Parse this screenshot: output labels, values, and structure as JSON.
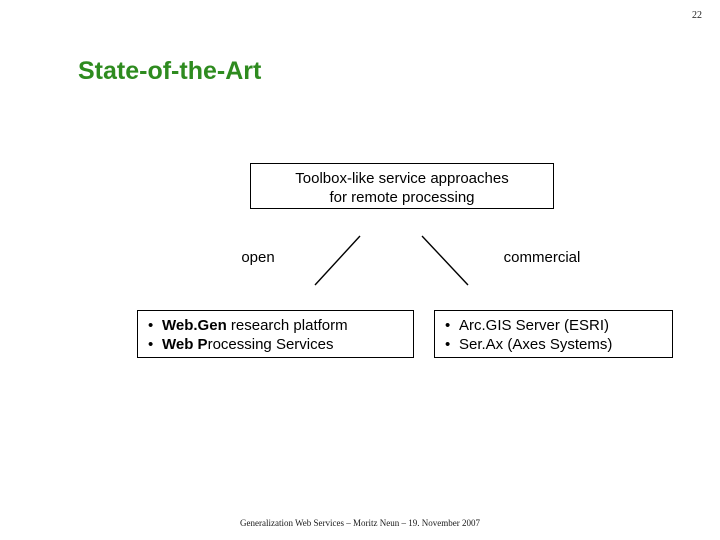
{
  "slide": {
    "number": "22",
    "title": "State-of-the-Art",
    "footer": "Generalization Web Services – Moritz Neun – 19. November 2007"
  },
  "diagram": {
    "top_box": {
      "line1": "Toolbox-like service approaches",
      "line2": "for remote processing"
    },
    "branch_labels": {
      "left": "open",
      "right": "commercial"
    },
    "left_box": {
      "items": [
        {
          "bullet": "•",
          "bold": "Web.Gen",
          "rest": " research platform"
        },
        {
          "bullet": "•",
          "bold": "Web P",
          "rest": "rocessing Services"
        }
      ]
    },
    "right_box": {
      "items": [
        {
          "bullet": "•",
          "text": "Arc.GIS Server (ESRI)"
        },
        {
          "bullet": "•",
          "text": "Ser.Ax (Axes Systems)"
        }
      ]
    }
  },
  "colors": {
    "title": "#2e8b1f",
    "text": "#000000",
    "background": "#ffffff",
    "border": "#000000"
  }
}
